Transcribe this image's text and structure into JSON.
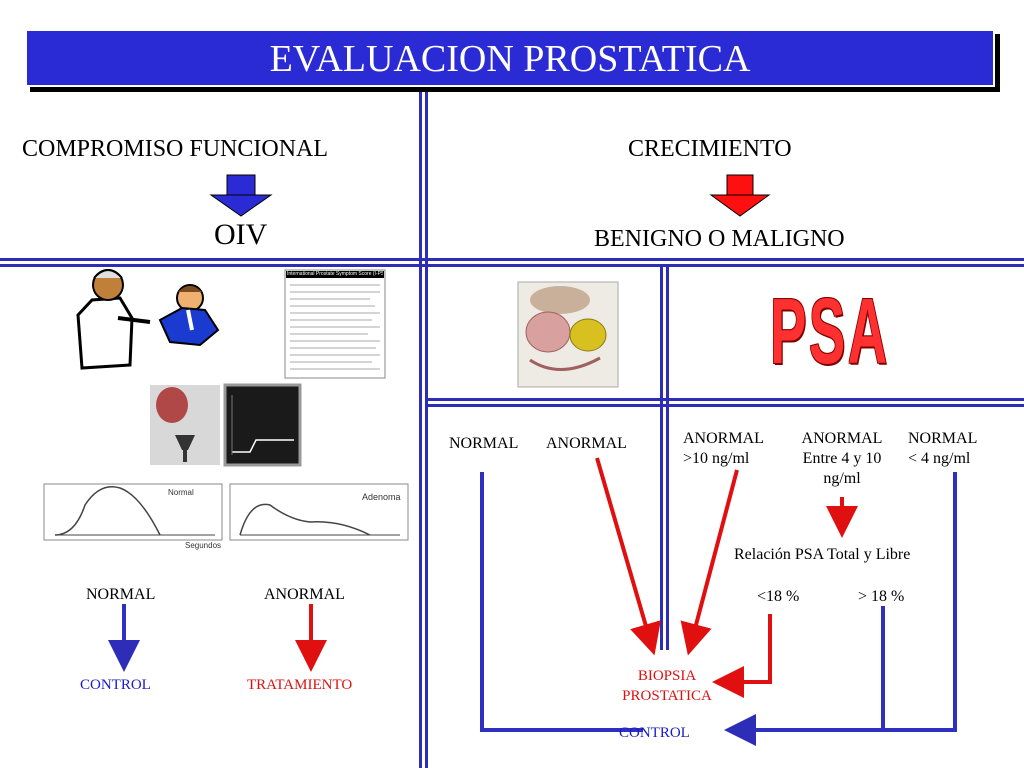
{
  "title": "EVALUACION PROSTATICA",
  "left": {
    "header": "COMPROMISO FUNCIONAL",
    "result": "OIV",
    "ipss_title": "International Prostate Symptom Score (I-PSS)",
    "graph_normal_label": "Normal",
    "graph_normal_xlabel": "Segundos",
    "graph_adenoma_label": "Adenoma",
    "normal": "NORMAL",
    "anormal": "ANORMAL",
    "control": "CONTROL",
    "tratamiento": "TRATAMIENTO"
  },
  "right": {
    "header": "CRECIMIENTO",
    "result": "BENIGNO O MALIGNO",
    "psa": "PSA",
    "normal": "NORMAL",
    "anormal": "ANORMAL",
    "anormal_gt10_line1": "ANORMAL",
    "anormal_gt10_line2": ">10 ng/ml",
    "anormal_4_10_line1": "ANORMAL",
    "anormal_4_10_line2": "Entre 4 y 10",
    "anormal_4_10_line3": "ng/ml",
    "normal_lt4_line1": "NORMAL",
    "normal_lt4_line2": "< 4 ng/ml",
    "relacion": "Relación PSA Total y Libre",
    "lt18": "<18 %",
    "gt18": "> 18 %",
    "biopsia_line1": "BIOPSIA",
    "biopsia_line2": "PROSTATICA",
    "control": "CONTROL"
  },
  "colors": {
    "title_bg": "#2b2bd6",
    "line": "#2d2db8",
    "red": "#e01010",
    "blue": "#1a1ac8"
  }
}
